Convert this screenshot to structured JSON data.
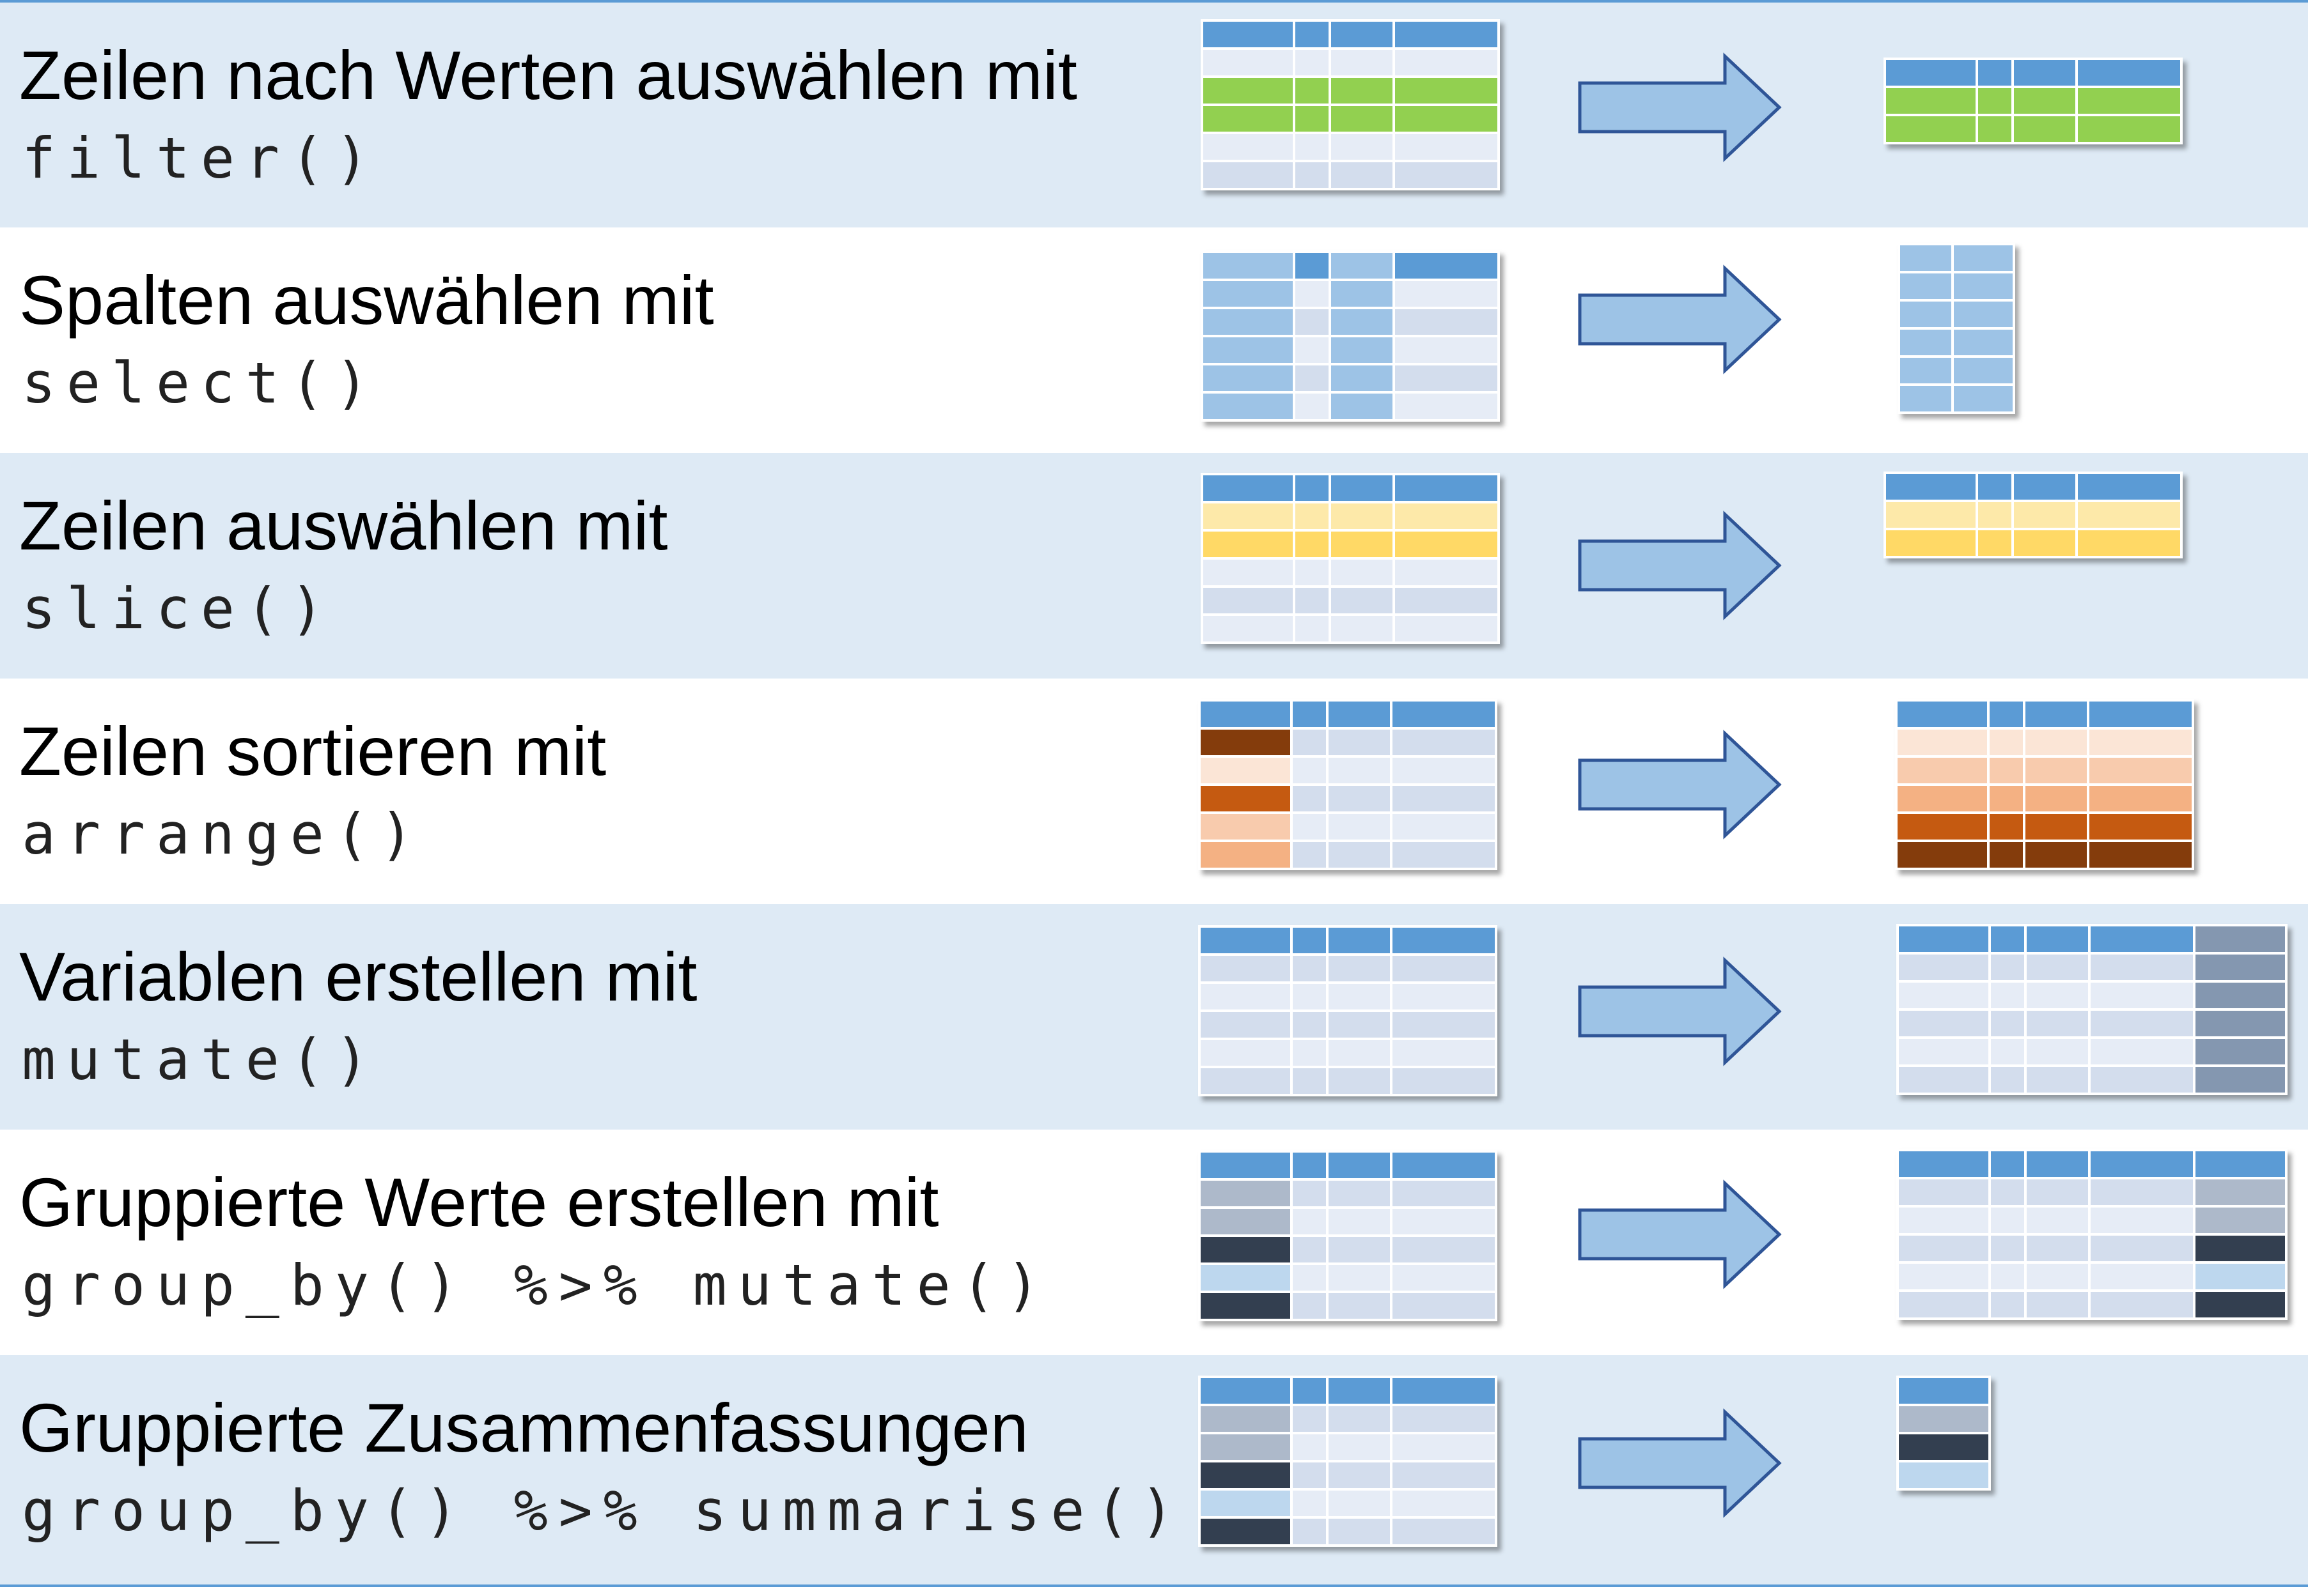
{
  "colors": {
    "header": "#5b9bd5",
    "row_light": "#e6ecf6",
    "row_mid": "#d3dded",
    "band_shade": "#deeaf5",
    "arrow_fill": "#9dc3e6",
    "arrow_stroke": "#2f5597",
    "green": "#92d050",
    "blue_select": "#9dc3e6",
    "yellow_light": "#fde9a9",
    "yellow": "#ffd966",
    "brown_dark": "#843c0c",
    "orange_dark": "#c55a11",
    "orange_mid": "#f4b183",
    "orange_light": "#f8cbad",
    "peach": "#fbe5d6",
    "slate": "#8497b0",
    "gray_blue": "#adb9ca",
    "navy": "#333f50",
    "pale_blue": "#bdd7ee"
  },
  "rows": [
    {
      "title": "Zeilen nach Werten auswählen mit",
      "code": "filter()",
      "icon": "filter-rows-diagram"
    },
    {
      "title": "Spalten auswählen mit",
      "code": "select()",
      "icon": "select-columns-diagram"
    },
    {
      "title": "Zeilen auswählen mit",
      "code": "slice()",
      "icon": "slice-rows-diagram"
    },
    {
      "title": "Zeilen sortieren mit",
      "code": "arrange()",
      "icon": "arrange-rows-diagram"
    },
    {
      "title": "Variablen erstellen mit",
      "code": "mutate()",
      "icon": "mutate-column-diagram"
    },
    {
      "title": "Gruppierte Werte erstellen mit",
      "code": "group_by() %>% mutate()",
      "icon": "grouped-mutate-diagram"
    },
    {
      "title": "Gruppierte Zusammenfassungen",
      "code": "group_by() %>% summarise()",
      "icon": "grouped-summarise-diagram"
    }
  ]
}
